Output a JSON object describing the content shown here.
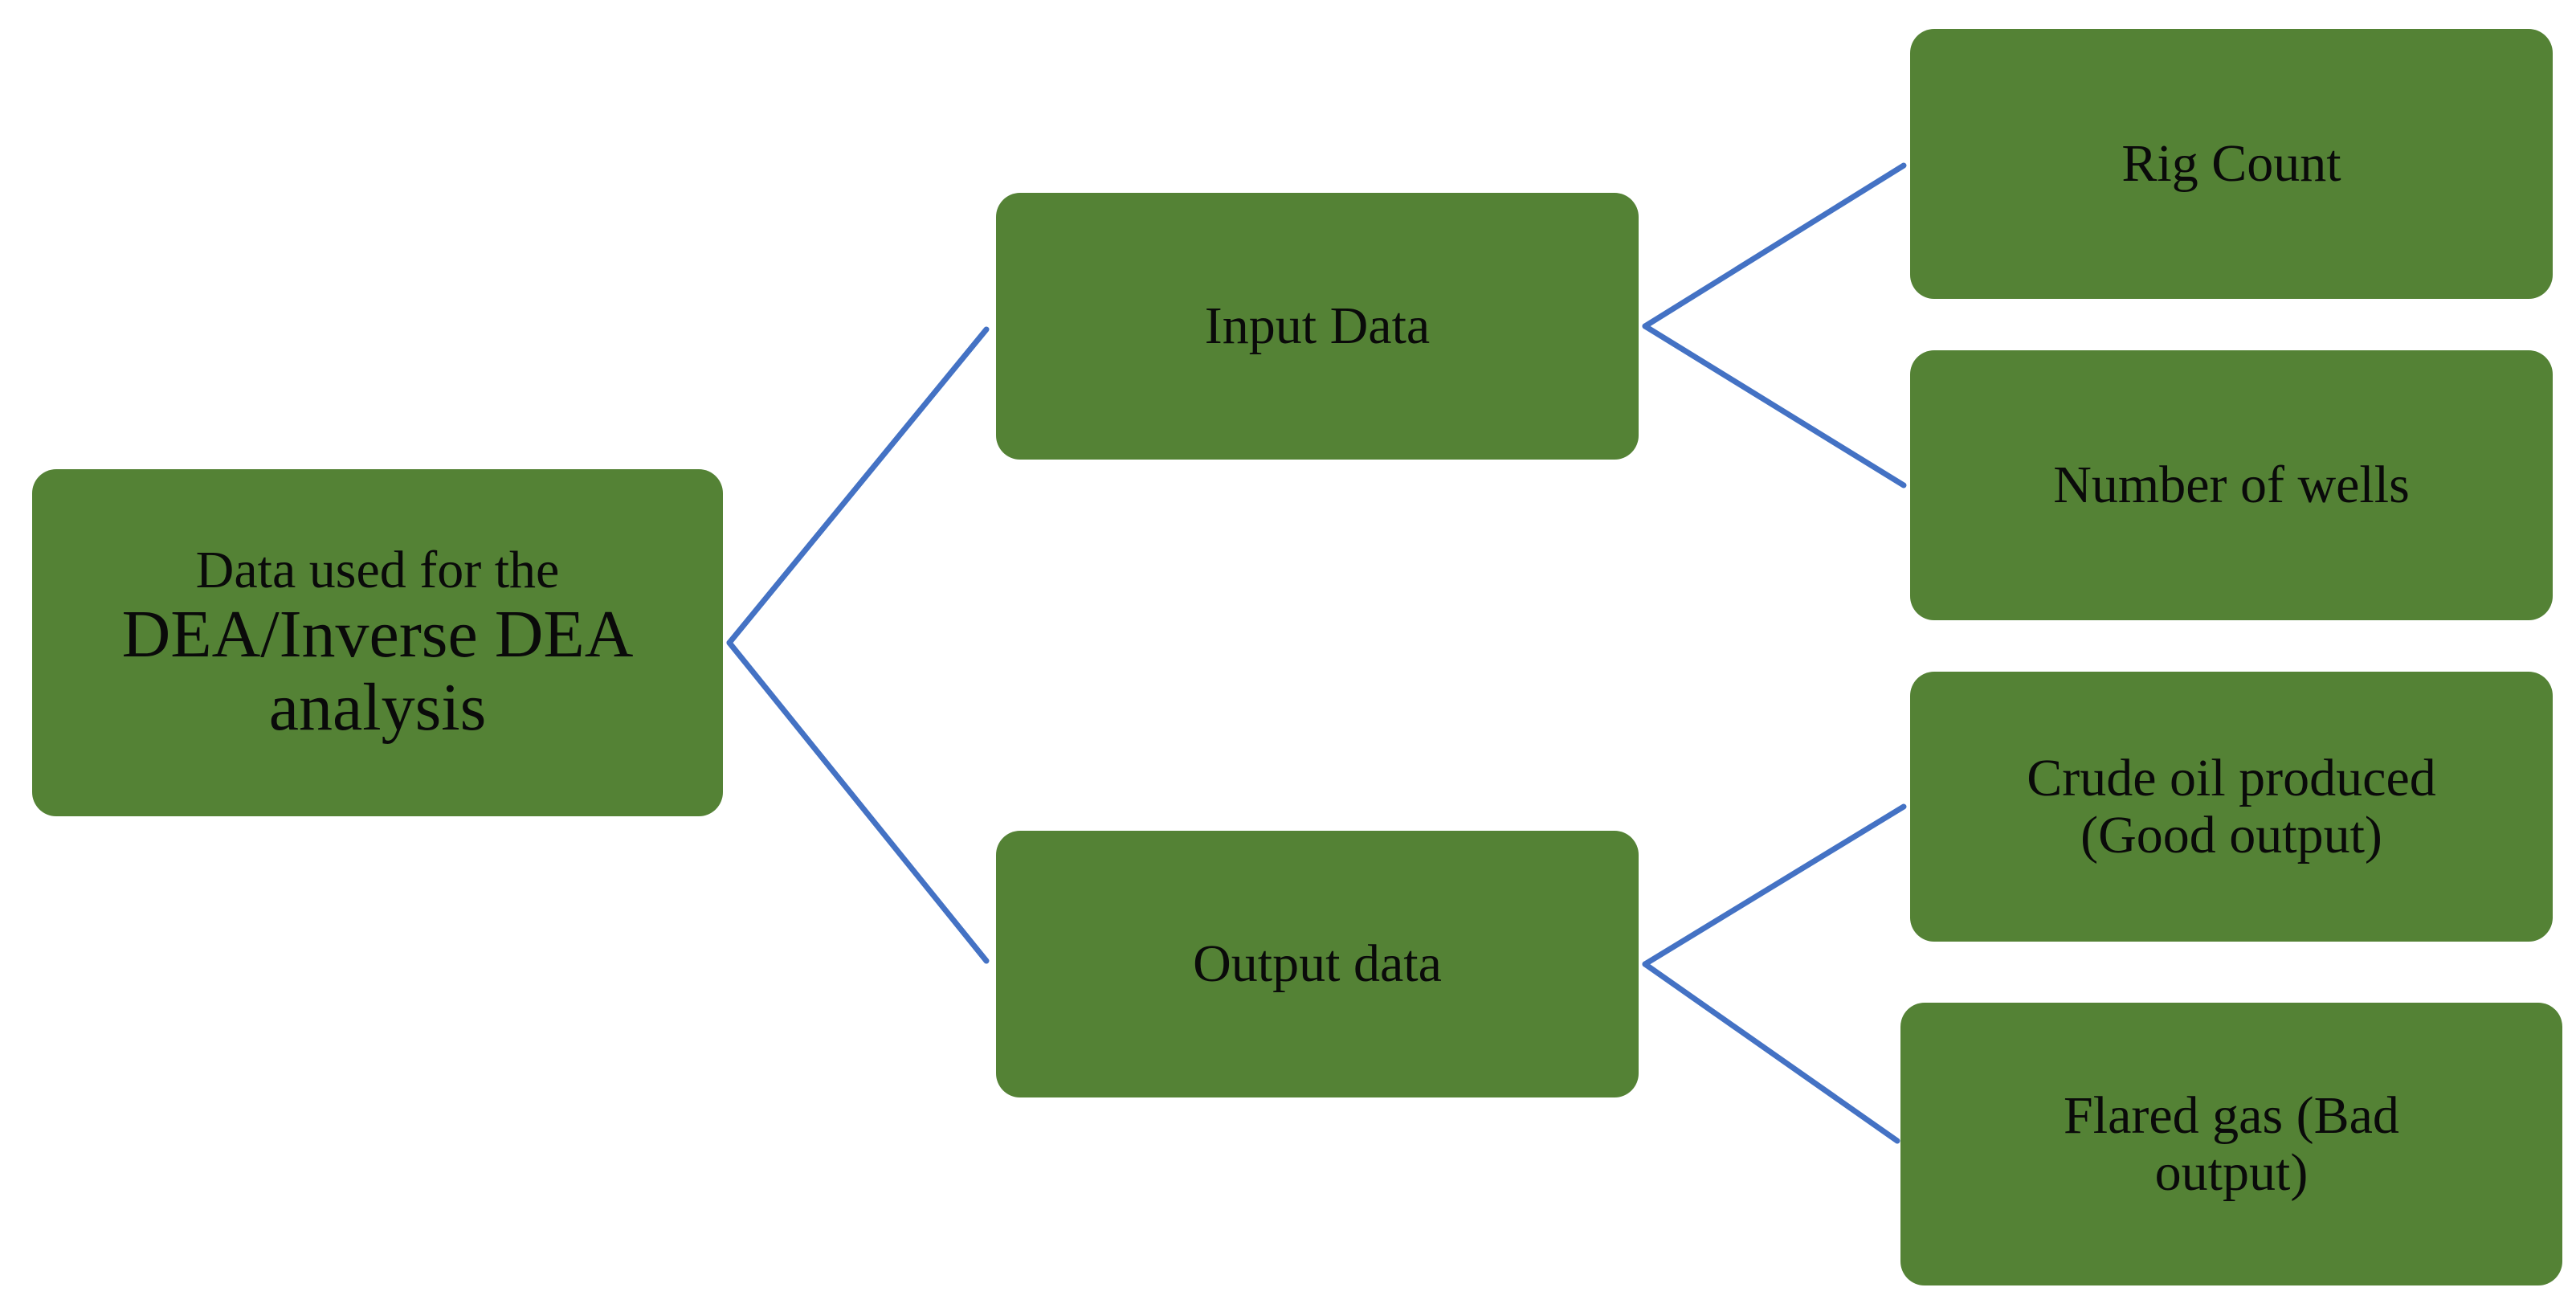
{
  "colors": {
    "node_fill": "#548235",
    "connector": "#4472C4",
    "text": "#0a0a0a"
  },
  "root": {
    "line1": "Data used for the",
    "line2": "DEA/Inverse DEA",
    "line3": "analysis"
  },
  "input": {
    "label": "Input Data"
  },
  "output": {
    "label": "Output data"
  },
  "rig": {
    "label": "Rig Count"
  },
  "wells": {
    "label": "Number of wells"
  },
  "crude": {
    "line1": "Crude oil produced",
    "line2": "(Good output)"
  },
  "flared": {
    "line1": "Flared gas (Bad",
    "line2": "output)"
  }
}
